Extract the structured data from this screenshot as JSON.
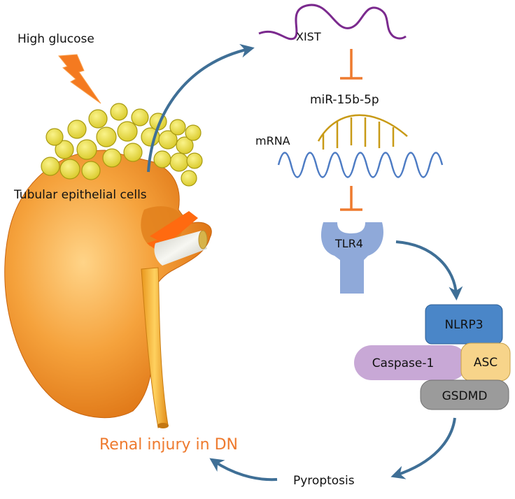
{
  "labels": {
    "high_glucose": "High glucose",
    "xist": "XIST",
    "mir": "miR-15b-5p",
    "mrna": "mRNA",
    "tubular_cells": "Tubular epithelial cells",
    "tlr4": "TLR4",
    "nlrp3": "NLRP3",
    "caspase1": "Caspase-1",
    "asc": "ASC",
    "gsdmd": "GSDMD",
    "pyroptosis": "Pyroptosis",
    "renal_injury": "Renal injury in DN"
  },
  "colors": {
    "arrow": "#3f6f96",
    "inhibit": "#ee7a2e",
    "xist_strand": "#7b2a8e",
    "mirna": "#c89a16",
    "mrna_wave": "#4e7cc4",
    "tlr4": "#8fa9d9",
    "nlrp3": "#4a86c8",
    "caspase1": "#c8a8d6",
    "asc": "#f7d48a",
    "gsdmd": "#9b9b9b",
    "kidney": "#e7851f",
    "cells": "#e6db3c",
    "renal_text": "#ee7a2e"
  },
  "icons": [
    "lightning-bolt-icon",
    "kidney-icon",
    "receptor-icon"
  ]
}
